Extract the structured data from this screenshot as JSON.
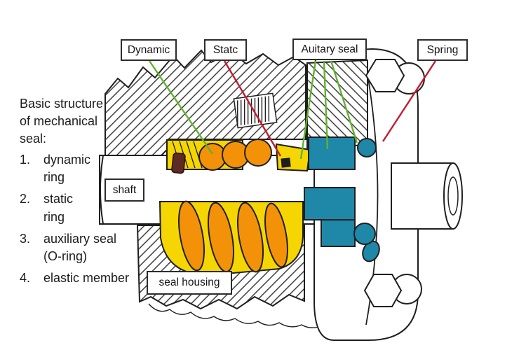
{
  "figure": {
    "name": "Basic structure of mechanical seal diagram"
  },
  "intro": {
    "text": "Basic structure\nof mechanical\nseal:"
  },
  "legend": [
    {
      "num": "1.",
      "text": "dynamic\nring"
    },
    {
      "num": "2.",
      "text": "static\nring"
    },
    {
      "num": "3.",
      "text": "auxiliary seal\n(O-ring)"
    },
    {
      "num": "4.",
      "text": "elastic member"
    }
  ],
  "callouts": {
    "dynamic": "Dynamic",
    "static": "Statc",
    "auxiliary_seal": "Auitary seal",
    "spring": "Spring",
    "shaft": "shaft",
    "seal_housing": "seal housing"
  },
  "colors": {
    "part_yellow": "#f6d602",
    "part_orange": "#f39208",
    "part_teal": "#1f87a8",
    "pin_maroon": "#5d2a24",
    "detail_dark": "#1d1d1d",
    "leader_green": "#61b32e",
    "leader_red": "#c21b2f",
    "outline_ink": "#1f1f1f"
  }
}
